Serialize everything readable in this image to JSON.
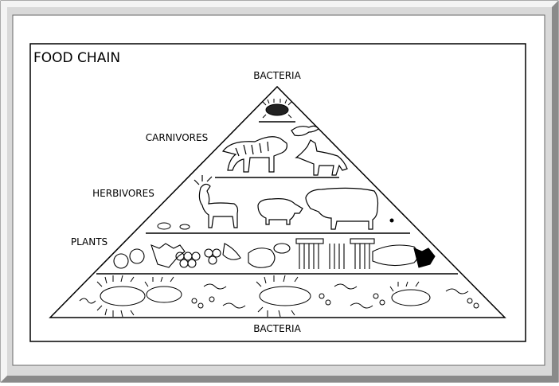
{
  "diagram": {
    "title": "FOOD CHAIN",
    "levels": {
      "top": "BACTERIA",
      "carnivores": "CARNIVORES",
      "herbivores": "HERBIVORES",
      "plants": "PLANTS",
      "bottom": "BACTERIA"
    }
  }
}
